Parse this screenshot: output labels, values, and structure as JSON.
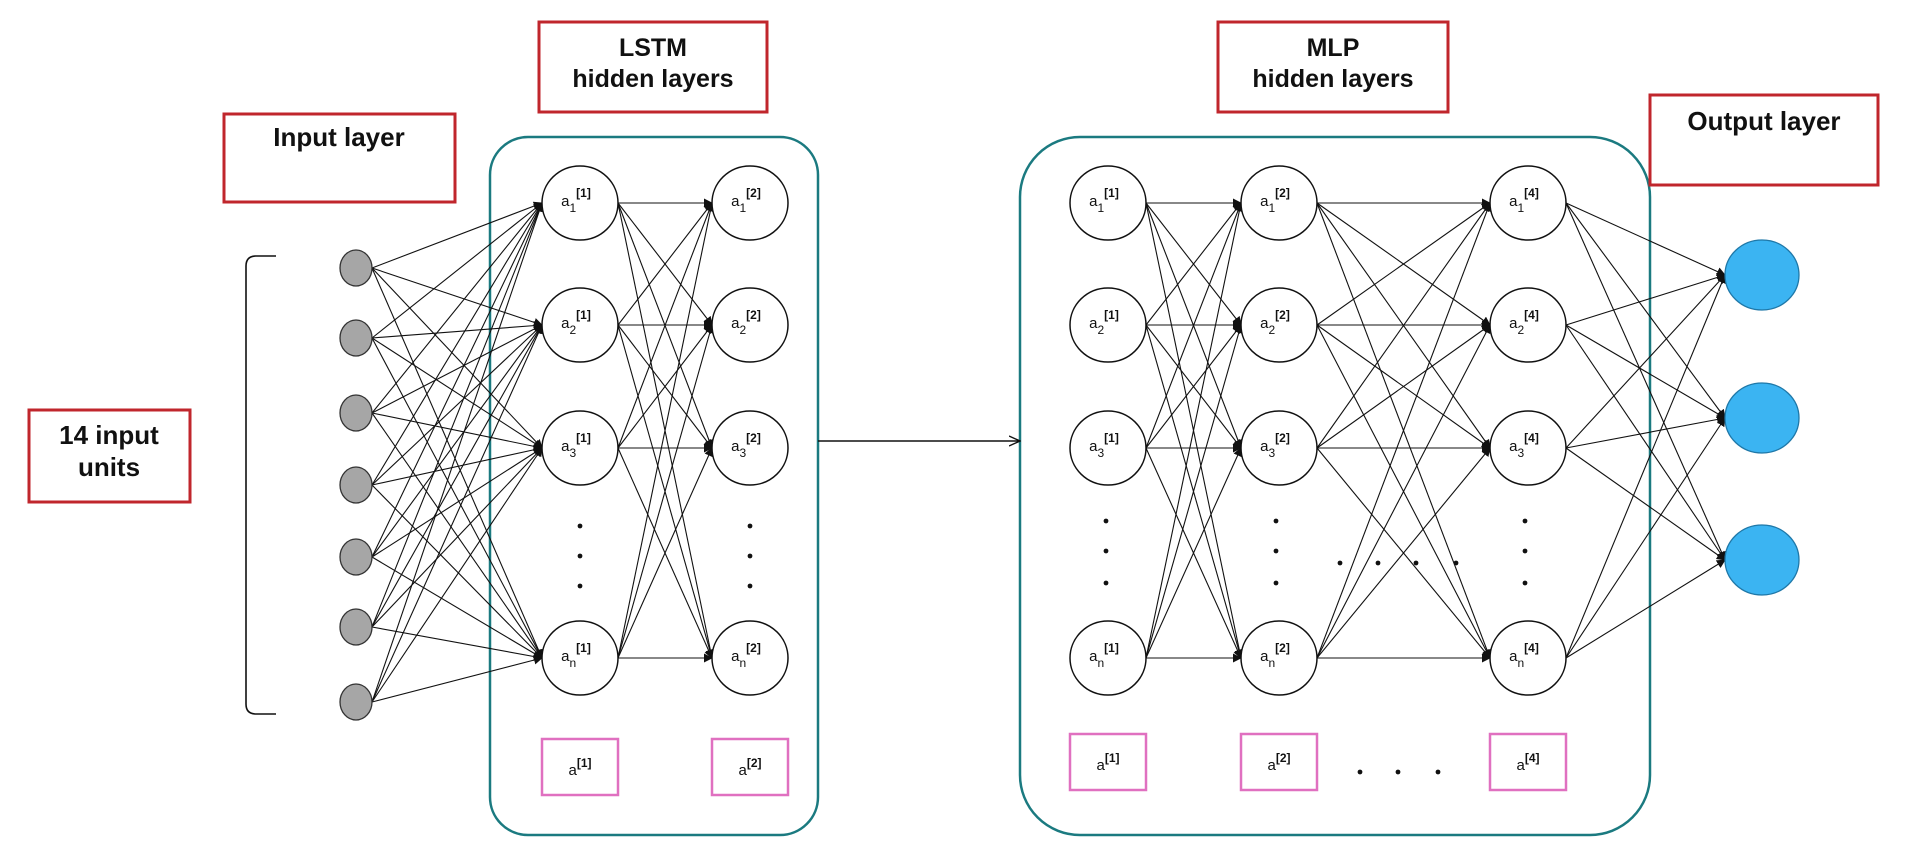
{
  "labels": {
    "input_layer": "Input layer",
    "input_units": [
      "14 input",
      "units"
    ],
    "lstm": [
      "LSTM",
      "hidden layers"
    ],
    "mlp": [
      "MLP",
      "hidden layers"
    ],
    "output_layer": "Output layer"
  },
  "lstm_layers": [
    {
      "nodes": [
        {
          "base": "a",
          "sub": "1",
          "sup": "[1]"
        },
        {
          "base": "a",
          "sub": "2",
          "sup": "[1]"
        },
        {
          "base": "a",
          "sub": "3",
          "sup": "[1]"
        },
        {
          "base": "a",
          "sub": "n",
          "sup": "[1]"
        }
      ],
      "vector": {
        "base": "a",
        "sup": "[1]"
      }
    },
    {
      "nodes": [
        {
          "base": "a",
          "sub": "1",
          "sup": "[2]"
        },
        {
          "base": "a",
          "sub": "2",
          "sup": "[2]"
        },
        {
          "base": "a",
          "sub": "3",
          "sup": "[2]"
        },
        {
          "base": "a",
          "sub": "n",
          "sup": "[2]"
        }
      ],
      "vector": {
        "base": "a",
        "sup": "[2]"
      }
    }
  ],
  "mlp_layers": [
    {
      "nodes": [
        {
          "base": "a",
          "sub": "1",
          "sup": "[1]"
        },
        {
          "base": "a",
          "sub": "2",
          "sup": "[1]"
        },
        {
          "base": "a",
          "sub": "3",
          "sup": "[1]"
        },
        {
          "base": "a",
          "sub": "n",
          "sup": "[1]"
        }
      ],
      "vector": {
        "base": "a",
        "sup": "[1]"
      }
    },
    {
      "nodes": [
        {
          "base": "a",
          "sub": "1",
          "sup": "[2]"
        },
        {
          "base": "a",
          "sub": "2",
          "sup": "[2]"
        },
        {
          "base": "a",
          "sub": "3",
          "sup": "[2]"
        },
        {
          "base": "a",
          "sub": "n",
          "sup": "[2]"
        }
      ],
      "vector": {
        "base": "a",
        "sup": "[2]"
      }
    },
    {
      "nodes": [
        {
          "base": "a",
          "sub": "1",
          "sup": "[4]"
        },
        {
          "base": "a",
          "sub": "2",
          "sup": "[4]"
        },
        {
          "base": "a",
          "sub": "3",
          "sup": "[4]"
        },
        {
          "base": "a",
          "sub": "n",
          "sup": "[4]"
        }
      ],
      "vector": {
        "base": "a",
        "sup": "[4]"
      }
    }
  ],
  "input_node_count": 7,
  "output_node_count": 3,
  "colors": {
    "label_border": "#c0262c",
    "container_border": "#1b7a80",
    "vector_border": "#e070c0",
    "input_fill": "#a6a6a6",
    "output_fill": "#3bb4f2",
    "line": "#111111"
  }
}
